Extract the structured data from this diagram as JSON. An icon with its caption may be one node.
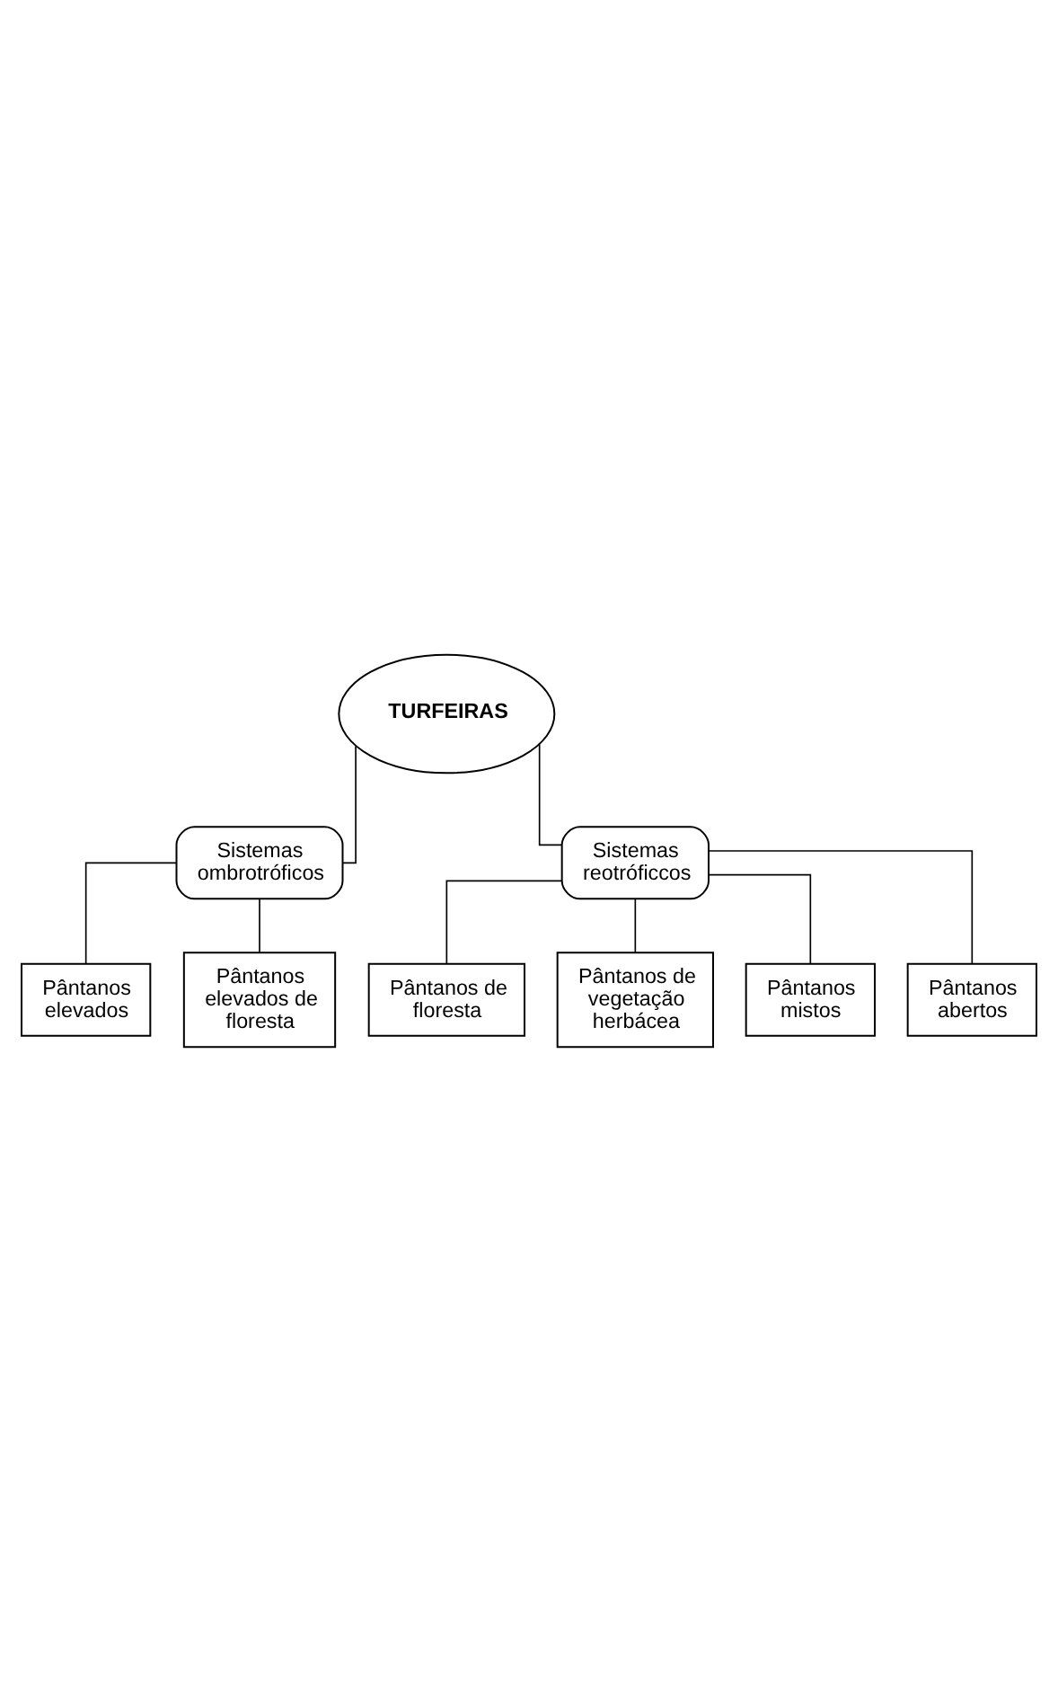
{
  "diagram": {
    "nodes": [
      {
        "text": [
          "TURFEIRAS"
        ]
      },
      {
        "text": [
          "Sistemas ombrotróficos"
        ]
      },
      {
        "text": [
          "Sistemas reotróficcos"
        ]
      },
      {
        "text": [
          "Pântanos elevados"
        ]
      },
      {
        "text": [
          "Pântanos elevados de floresta"
        ]
      },
      {
        "text": [
          "Pântanos de floresta"
        ]
      },
      {
        "text": [
          "Pântanos de vegetação herbácea"
        ]
      },
      {
        "text": [
          "Pântanos mistos"
        ]
      },
      {
        "text": [
          "Pântanos abertos"
        ]
      }
    ],
    "edges": [
      {
        "from": 0,
        "to": 1,
        "arrow": "none"
      },
      {
        "from": 0,
        "to": 2,
        "arrow": "none"
      },
      {
        "from": 1,
        "to": 3,
        "arrow": "none"
      },
      {
        "from": 1,
        "to": 4,
        "arrow": "none"
      },
      {
        "from": 2,
        "to": 5,
        "arrow": "none"
      },
      {
        "from": 2,
        "to": 6,
        "arrow": "none"
      },
      {
        "from": 2,
        "to": 7,
        "arrow": "none"
      },
      {
        "from": 2,
        "to": 8,
        "arrow": "none"
      }
    ]
  }
}
